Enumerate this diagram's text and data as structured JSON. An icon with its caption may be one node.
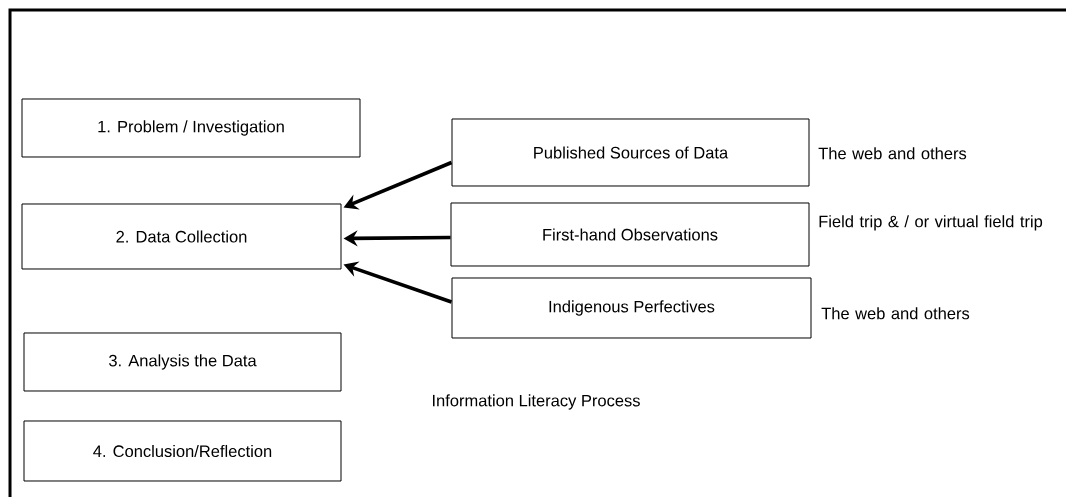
{
  "diagram": {
    "nodes": [
      {
        "text": [
          "1. Problem / Investigation"
        ]
      },
      {
        "text": [
          "2. Data Collection"
        ]
      },
      {
        "text": [
          "3. Analysis the Data"
        ]
      },
      {
        "text": [
          "4. Conclusion/Reflection"
        ]
      },
      {
        "text": [
          "Published Sources of  Data"
        ],
        "beside": [
          "The web and others"
        ]
      },
      {
        "text": [
          "First-hand Observations"
        ],
        "beside": [
          "Field trip & / or virtual field trip"
        ]
      },
      {
        "text": [
          "Indigenous Perfectives"
        ],
        "beside": [
          "The web and others"
        ]
      }
    ],
    "edges": [
      {
        "from": 4,
        "to": 1,
        "arrow": "to"
      },
      {
        "from": 5,
        "to": 1,
        "arrow": "to"
      },
      {
        "from": 6,
        "to": 1,
        "arrow": "to"
      }
    ],
    "labels": [
      "Information Literacy Process"
    ]
  }
}
